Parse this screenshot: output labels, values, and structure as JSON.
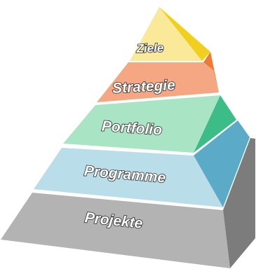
{
  "diagram": {
    "type": "pyramid",
    "tiers": [
      {
        "label": "Ziele",
        "front": "#fbe99a",
        "side": "#f2cf1e"
      },
      {
        "label": "Strategie",
        "front": "#f5a683",
        "side": "#ee7a35"
      },
      {
        "label": "Portfolio",
        "front": "#a9e4c4",
        "side": "#3cbc86"
      },
      {
        "label": "Programme",
        "front": "#b9dde9",
        "side": "#5aaac8"
      },
      {
        "label": "Projekte",
        "front": "#b3b3b3",
        "side": "#7c7c7c"
      }
    ]
  }
}
